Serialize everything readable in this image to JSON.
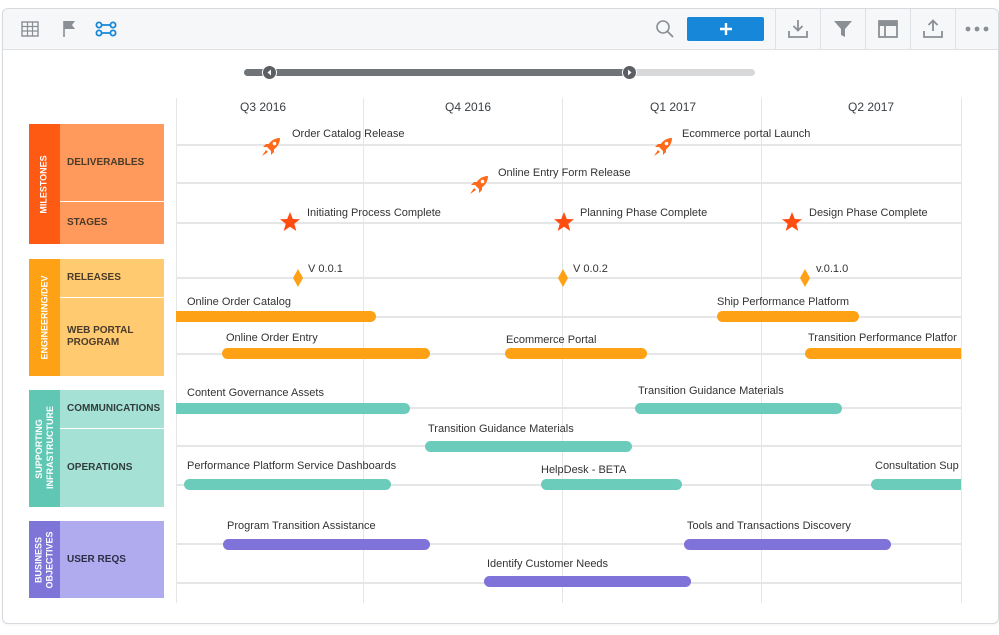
{
  "toolbar": {
    "left_icons": [
      "grid-icon",
      "flag-icon",
      "roadmap-icon"
    ],
    "right_icons": [
      "search-icon",
      "download-icon",
      "filter-icon",
      "layout-icon",
      "export-icon",
      "more-icon"
    ],
    "add_label": "+"
  },
  "timeline": {
    "quarters": [
      "Q3 2016",
      "Q4 2016",
      "Q1 2017",
      "Q2 2017"
    ]
  },
  "colors": {
    "milestones_dark": "#ff5a14",
    "milestones_light": "#ff9a5c",
    "engineering_dark": "#ffa114",
    "engineering_light": "#ffca70",
    "infra_dark": "#5fc7b4",
    "infra_light": "#a6e1d6",
    "business_dark": "#7e75d9",
    "business_light": "#b0abef",
    "rocket": "#ff6a1a",
    "star": "#ff4d10",
    "diamond": "#ffa114",
    "bar_orange": "#ffa114",
    "bar_teal": "#6cccbb",
    "bar_purple": "#7f72d8"
  },
  "groups": {
    "milestones": {
      "title": "MILESTONES",
      "subs": [
        "DELIVERABLES",
        "STAGES"
      ]
    },
    "engineering": {
      "title": "ENGINEERING/DEV",
      "subs": [
        "RELEASES",
        "WEB PORTAL PROGRAM"
      ]
    },
    "infra": {
      "title": "SUPPORTING INFRASTRUCTURE",
      "subs": [
        "COMMUNICATIONS",
        "OPERATIONS"
      ]
    },
    "business": {
      "title": "BUSINESS OBJECTIVES",
      "subs": [
        "USER REQS"
      ]
    }
  },
  "milestones": {
    "deliverables": [
      "Order Catalog Release",
      "Ecommerce portal Launch",
      "Online Entry Form Release"
    ],
    "stages": [
      "Initiating Process Complete",
      "Planning Phase Complete",
      "Design Phase Complete"
    ],
    "releases": [
      "V 0.0.1",
      "V 0.0.2",
      "v.0.1.0"
    ]
  },
  "bars": {
    "web_portal": [
      "Online Order Catalog",
      "Ship Performance Platform",
      "Online Order Entry",
      "Ecommerce Portal",
      "Transition Performance Platfor"
    ],
    "communications": [
      "Content Governance Assets",
      "Transition Guidance Materials"
    ],
    "operations": [
      "Transition Guidance Materials",
      "Performance Platform Service Dashboards",
      "HelpDesk - BETA",
      "Consultation Sup"
    ],
    "user_reqs": [
      "Program Transition Assistance",
      "Tools and Transactions Discovery",
      "Identify Customer Needs"
    ]
  }
}
